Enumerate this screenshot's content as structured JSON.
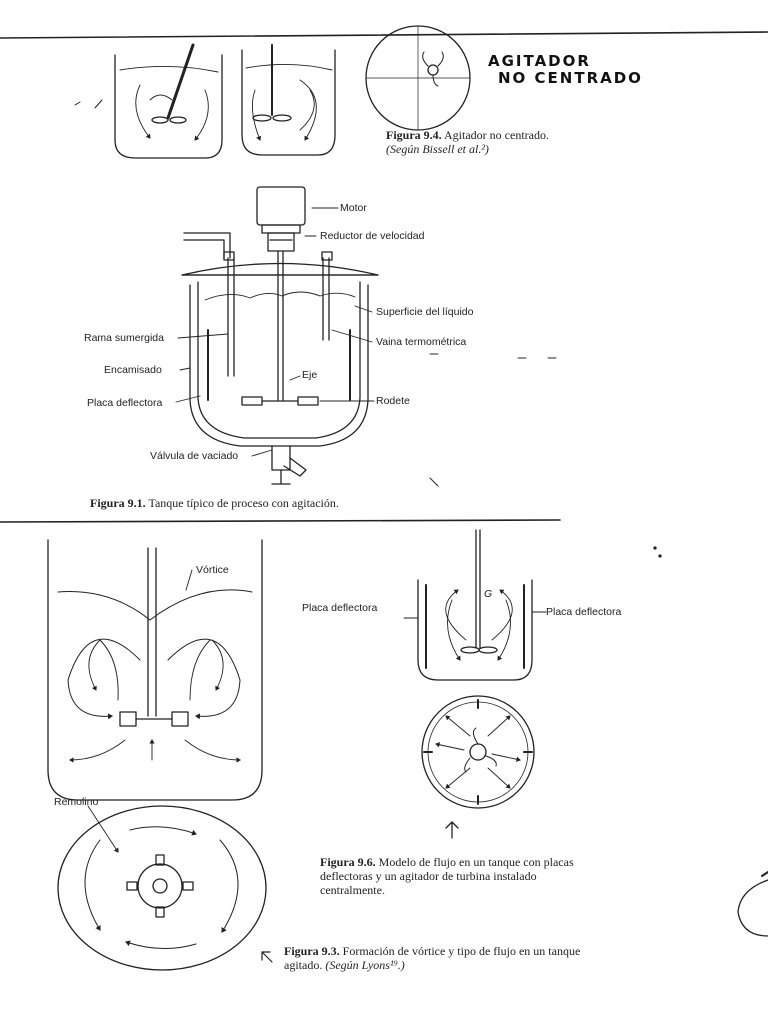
{
  "fig94": {
    "note_line1": "AGITADOR",
    "note_line2": "NO CENTRADO",
    "caption_number": "Figura 9.4.",
    "caption_text": "Agitador no centrado.",
    "caption_source": "(Según Bissell et al.²)"
  },
  "fig91": {
    "labels": {
      "motor": "Motor",
      "reductor": "Reductor de velocidad",
      "superficie": "Superficie del líquido",
      "vaina": "Vaina termométrica",
      "rama": "Rama sumergida",
      "encamisado": "Encamisado",
      "eje": "Eje",
      "placa": "Placa deflectora",
      "rodete": "Rodete",
      "valvula": "Válvula de vaciado"
    },
    "caption_number": "Figura 9.1.",
    "caption_text": "Tanque típico de proceso con agitación."
  },
  "fig93": {
    "labels": {
      "vortice": "Vórtice",
      "remolino": "Remolino"
    },
    "caption_number": "Figura 9.3.",
    "caption_text": "Formación de vórtice y tipo de flujo en un tanque agitado.",
    "caption_source": "(Según Lyons¹⁹.)"
  },
  "fig96": {
    "labels": {
      "placa_left": "Placa deflectora",
      "placa_right": "Placa deflectora",
      "g": "G"
    },
    "caption_number": "Figura 9.6.",
    "caption_text": "Modelo de flujo en un tanque con placas deflectoras y un agitador de turbina instalado centralmente."
  }
}
